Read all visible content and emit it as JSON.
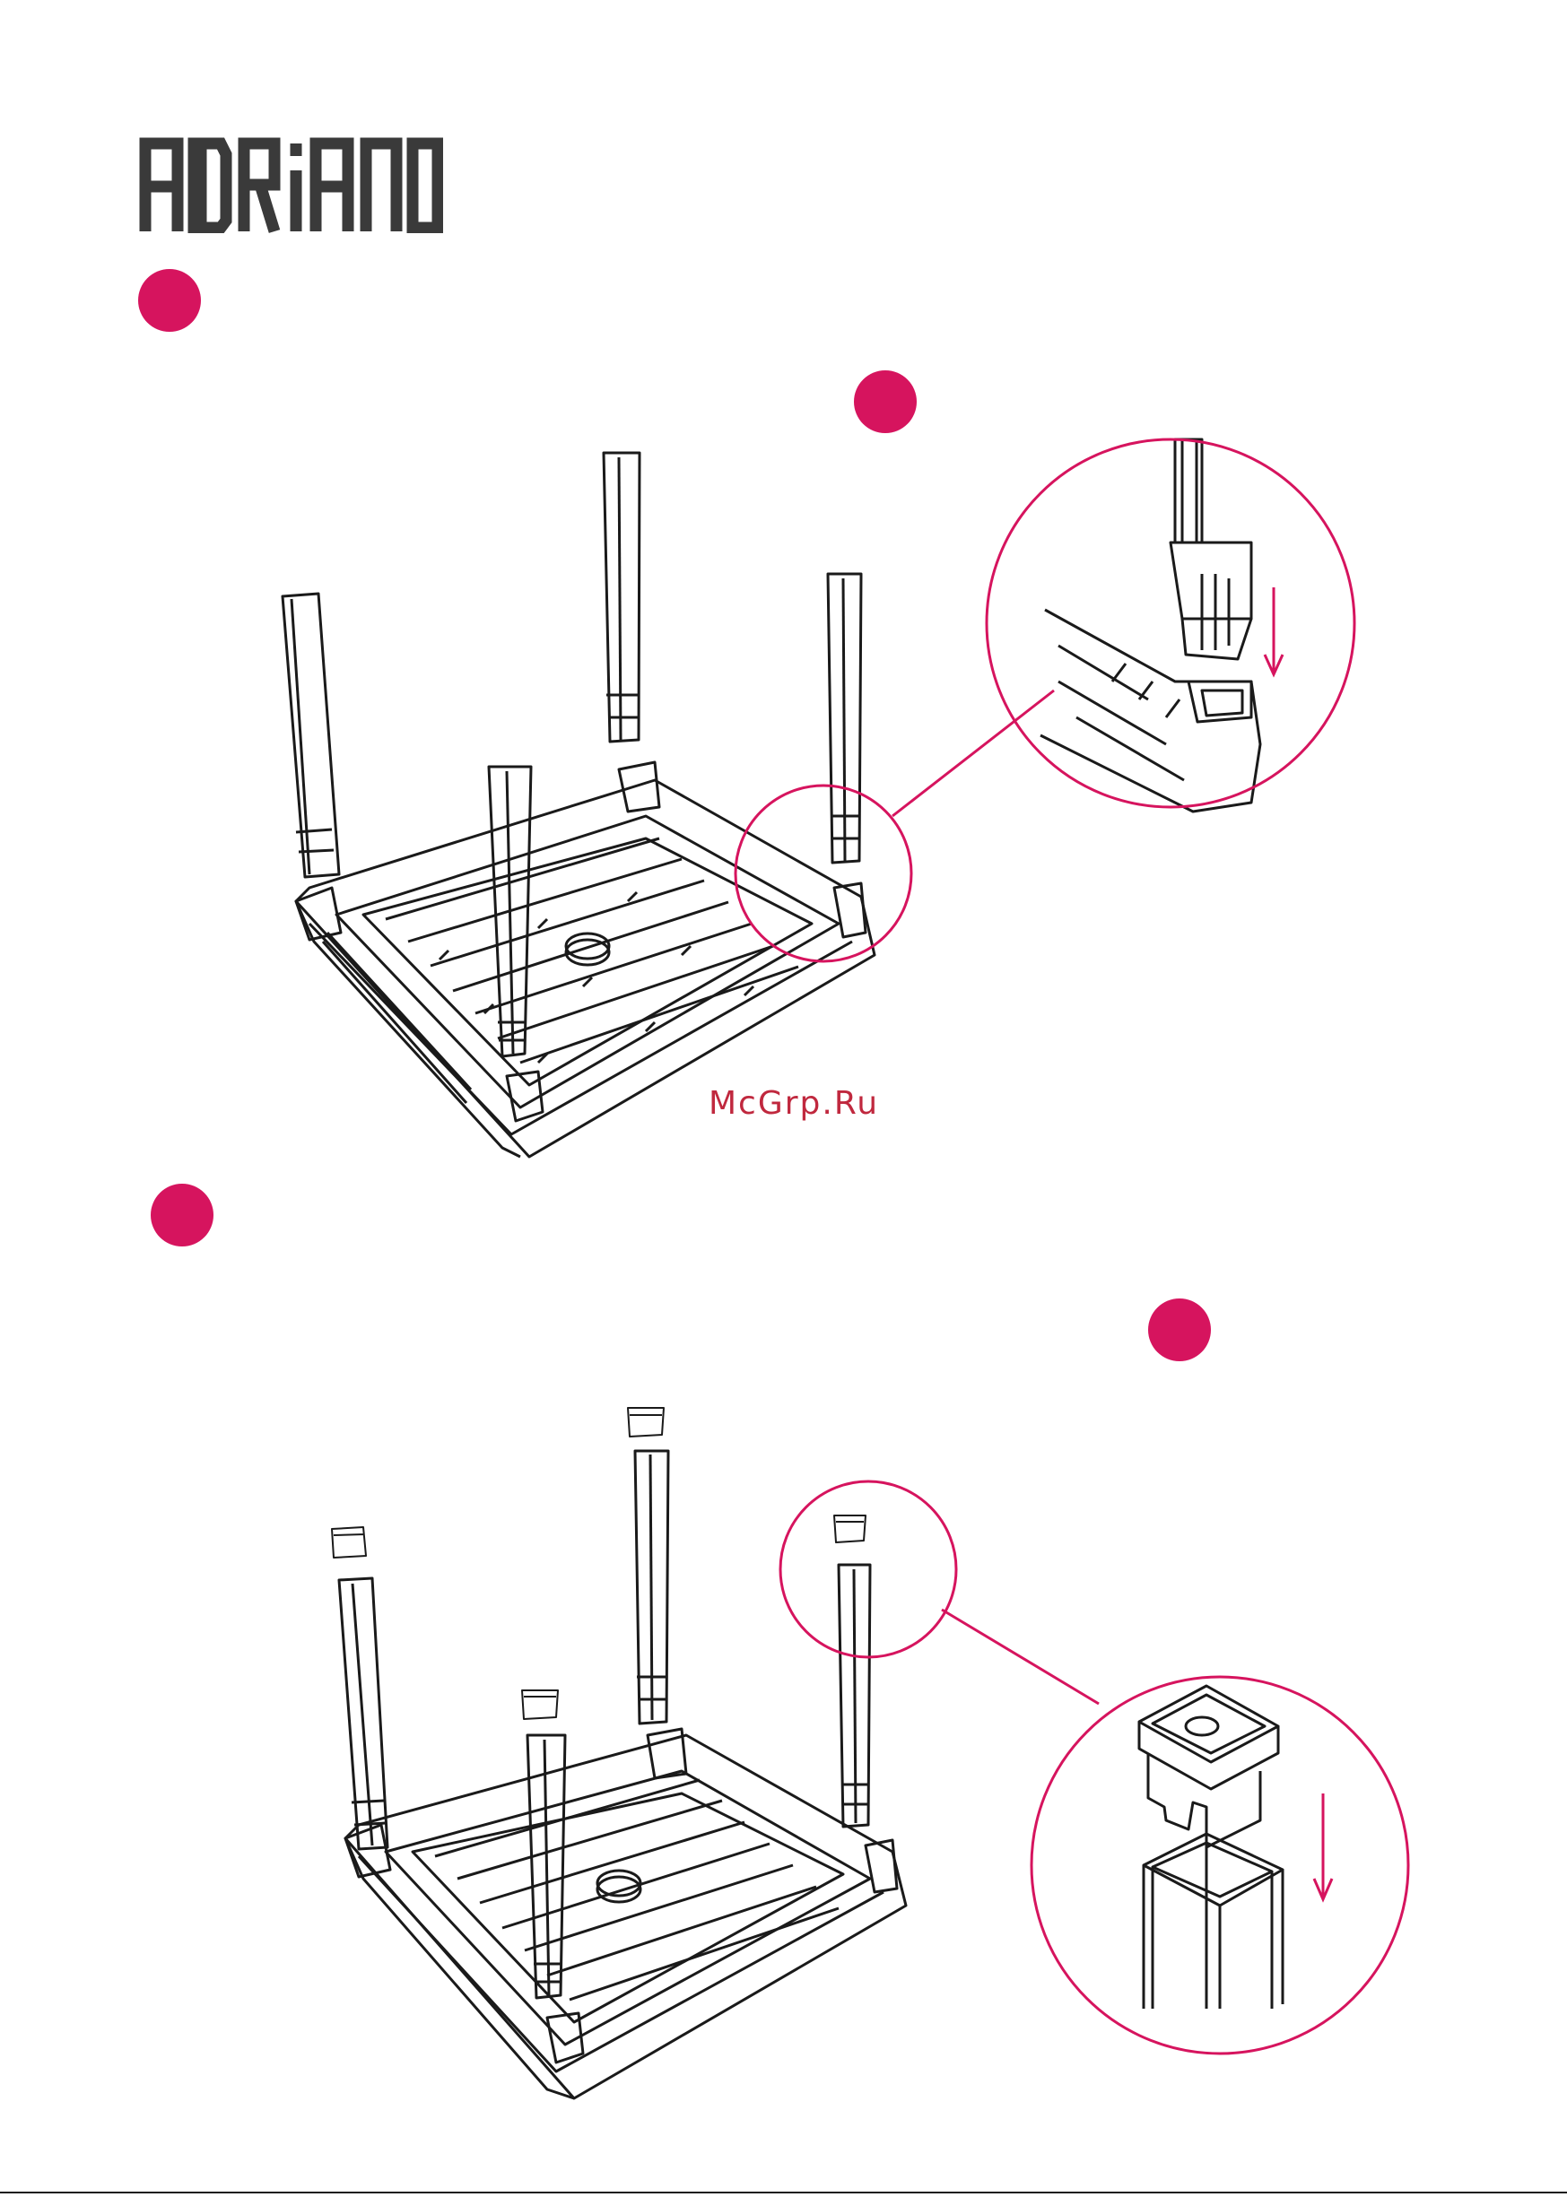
{
  "brand": {
    "name": "ADRIANO",
    "color": "#3a3a3a"
  },
  "accent_color": "#d6145e",
  "line_color": "#1a1a1a",
  "watermark": {
    "text": "McGrp.Ru",
    "color": "#c0283e"
  },
  "steps": [
    {
      "icon": "step-marker-dot"
    },
    {
      "icon": "detail-marker-dot"
    },
    {
      "icon": "step-marker-dot"
    },
    {
      "icon": "detail-marker-dot"
    }
  ]
}
